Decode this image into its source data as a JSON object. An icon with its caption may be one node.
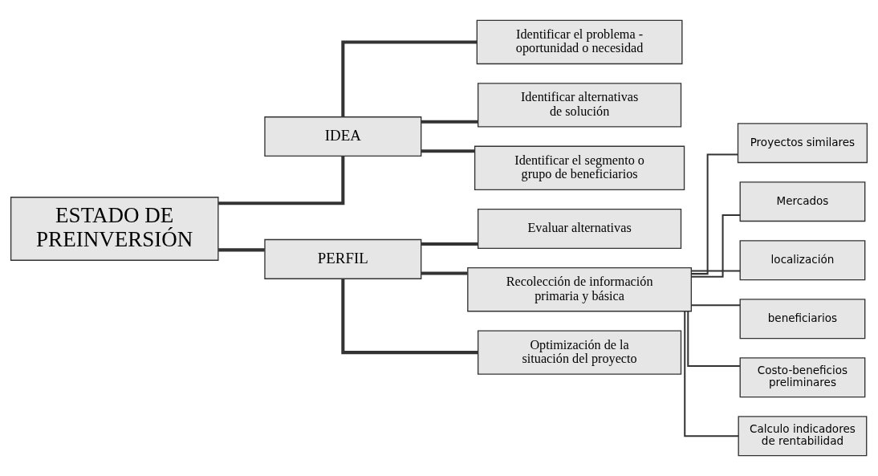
{
  "diagram": {
    "nodes": [
      {
        "text": [
          "ESTADO DE PREINVERSIÓN"
        ]
      },
      {
        "text": [
          "IDEA"
        ]
      },
      {
        "text": [
          "PERFIL"
        ]
      },
      {
        "text": [
          "Identificar el problema - oportunidad o necesidad"
        ]
      },
      {
        "text": [
          "Identificar alternativas de solución"
        ]
      },
      {
        "text": [
          "Identificar el segmento o grupo de beneficiarios"
        ]
      },
      {
        "text": [
          "Evaluar alternativas"
        ]
      },
      {
        "text": [
          "Recolección de información primaria y básica"
        ]
      },
      {
        "text": [
          "Optimización de la situación del proyecto"
        ]
      },
      {
        "text": [
          "Proyectos similares"
        ]
      },
      {
        "text": [
          "Mercados"
        ]
      },
      {
        "text": [
          "localización"
        ]
      },
      {
        "text": [
          "beneficiarios"
        ]
      },
      {
        "text": [
          "Costo-beneficios preliminares"
        ]
      },
      {
        "text": [
          "Calculo indicadores de rentabilidad"
        ]
      }
    ],
    "edges": [
      {
        "from": 0,
        "to": 1,
        "arrow": "none"
      },
      {
        "from": 0,
        "to": 2,
        "arrow": "none"
      },
      {
        "from": 1,
        "to": 3,
        "arrow": "none"
      },
      {
        "from": 1,
        "to": 4,
        "arrow": "none"
      },
      {
        "from": 1,
        "to": 5,
        "arrow": "none"
      },
      {
        "from": 2,
        "to": 6,
        "arrow": "none"
      },
      {
        "from": 2,
        "to": 7,
        "arrow": "none"
      },
      {
        "from": 2,
        "to": 8,
        "arrow": "none"
      },
      {
        "from": 7,
        "to": 9,
        "arrow": "none"
      },
      {
        "from": 7,
        "to": 10,
        "arrow": "none"
      },
      {
        "from": 7,
        "to": 11,
        "arrow": "none"
      },
      {
        "from": 7,
        "to": 12,
        "arrow": "none"
      },
      {
        "from": 7,
        "to": 13,
        "arrow": "none"
      },
      {
        "from": 7,
        "to": 14,
        "arrow": "none"
      }
    ]
  }
}
